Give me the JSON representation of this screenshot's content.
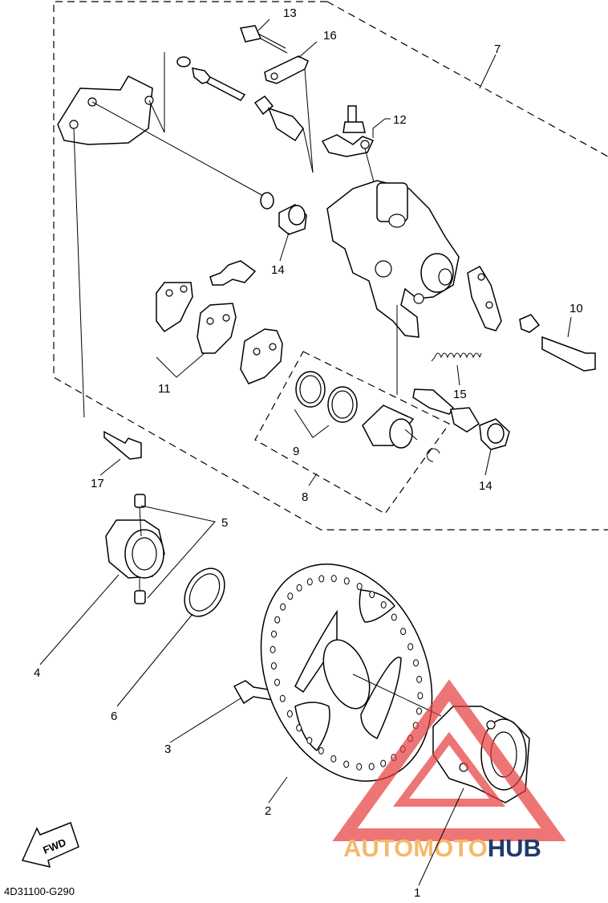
{
  "diagram_code": "4D31100-G290",
  "fwd_label": "FWD",
  "watermark": {
    "brand_light": "AUTO",
    "brand_mid": "MOTO",
    "brand_dark": "HUB",
    "color_light": "#f5b86b",
    "color_dark": "#1f3a6d",
    "triangle_color": "#e63b3b"
  },
  "part_numbers": {
    "p1": "1",
    "p2": "2",
    "p3": "3",
    "p4": "4",
    "p5": "5",
    "p6": "6",
    "p7": "7",
    "p8": "8",
    "p9": "9",
    "p10": "10",
    "p11": "11",
    "p12": "12",
    "p13": "13",
    "p14a": "14",
    "p14b": "14",
    "p15": "15",
    "p16": "16",
    "p17": "17"
  }
}
